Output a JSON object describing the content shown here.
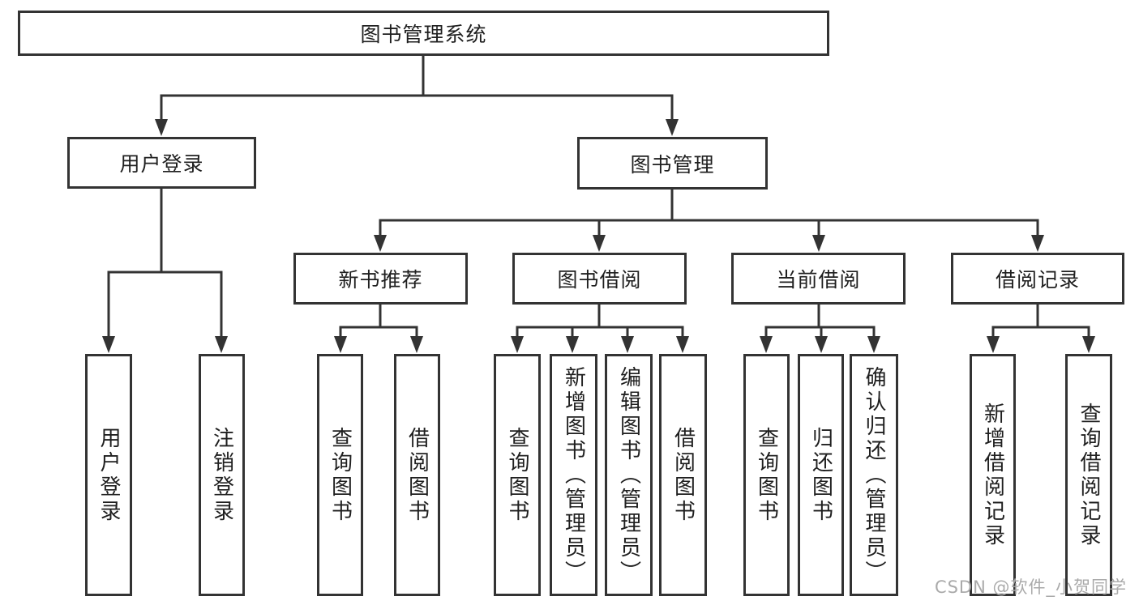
{
  "diagram": {
    "title": "图书管理系统",
    "level2": {
      "user_login": "用户登录",
      "book_management": "图书管理"
    },
    "level3": {
      "new_book_recommendation": "新书推荐",
      "book_borrowing": "图书借阅",
      "current_borrowing": "当前借阅",
      "borrowing_records": "借阅记录"
    },
    "leaves": {
      "user_login": "用户登录",
      "logout": "注销登录",
      "recommend_query_books": "查询图书",
      "recommend_borrow_books": "借阅图书",
      "borrowing_query_books": "查询图书",
      "add_books_admin": "新增图书（管理员）",
      "edit_books_admin": "编辑图书（管理员）",
      "borrowing_borrow_books": "借阅图书",
      "current_query_books": "查询图书",
      "return_books": "归还图书",
      "confirm_return_admin": "确认归还（管理员）",
      "add_borrowing_record": "新增借阅记录",
      "query_borrowing_record": "查询借阅记录"
    }
  },
  "colors": {
    "line": "#333333",
    "text": "#1f1f1f",
    "background": "#ffffff",
    "watermark": "#aaaaaa"
  },
  "watermark": "CSDN @软件_小贺同学"
}
